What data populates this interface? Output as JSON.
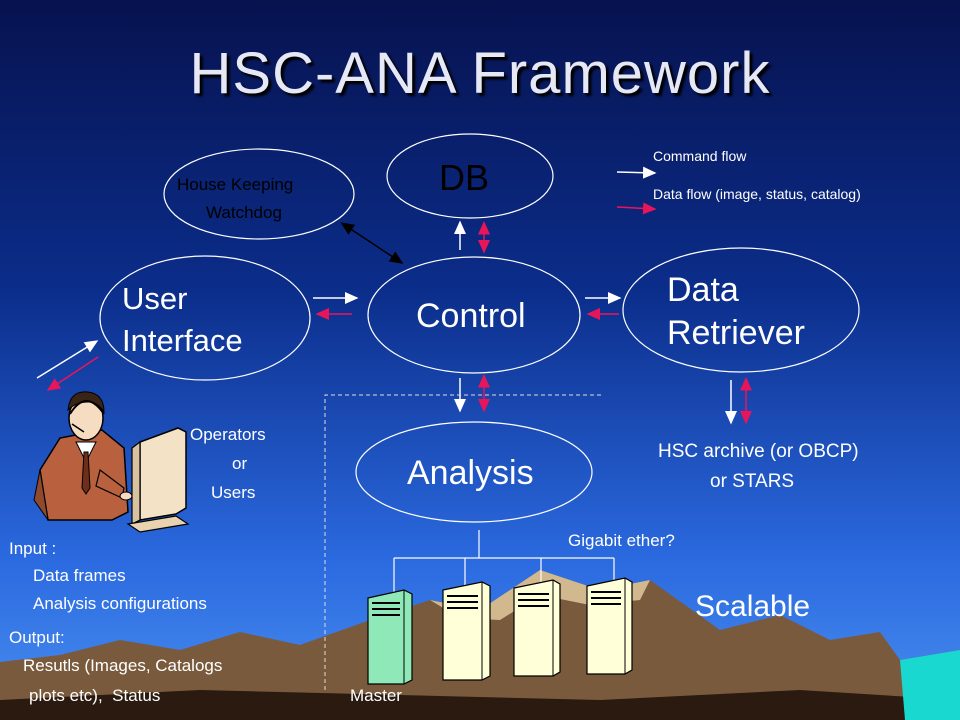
{
  "title": "HSC-ANA Framework",
  "nodes": {
    "db": "DB",
    "housekeeping": [
      "House Keeping",
      "Watchdog"
    ],
    "user_interface": [
      "User",
      "Interface"
    ],
    "control": "Control",
    "data_retriever": [
      "Data",
      "Retriever"
    ],
    "analysis": "Analysis"
  },
  "legend": {
    "command": "Command flow",
    "data": "Data flow (image, status, catalog)",
    "colors": {
      "command": "#ffffff",
      "data": "#e8155b"
    }
  },
  "labels": {
    "operators": [
      "Operators",
      "or",
      "Users"
    ],
    "archive": [
      "HSC archive (or OBCP)",
      "or STARS"
    ],
    "gigabit": "Gigabit ether?",
    "scalable": "Scalable",
    "master": "Master"
  },
  "io": {
    "input_title": "Input :",
    "inputs": [
      "Data frames",
      "Analysis configurations"
    ],
    "output_title": "Output:",
    "outputs": [
      "Resutls (Images, Catalogs",
      "plots etc),  Status"
    ]
  }
}
